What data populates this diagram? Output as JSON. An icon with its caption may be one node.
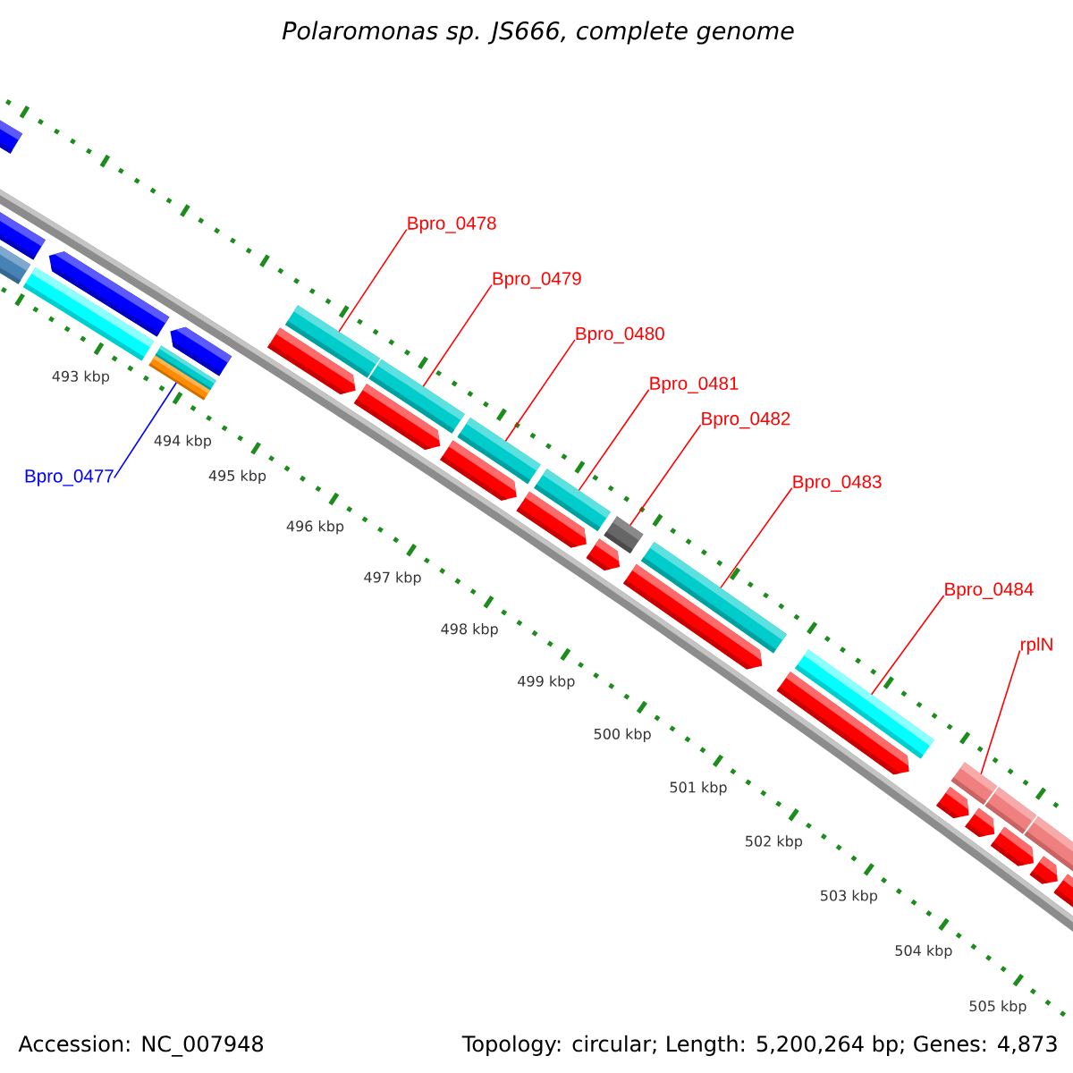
{
  "diagram": {
    "title": "Polaromonas sp. JS666, complete genome",
    "nodes": [
      {
        "text": [
          "Bpro_0477"
        ]
      },
      {
        "text": [
          "Bpro_0478"
        ]
      },
      {
        "text": [
          "Bpro_0479"
        ]
      },
      {
        "text": [
          "Bpro_0480"
        ]
      },
      {
        "text": [
          "Bpro_0481"
        ]
      },
      {
        "text": [
          "Bpro_0482"
        ]
      },
      {
        "text": [
          "Bpro_0483"
        ]
      },
      {
        "text": [
          "Bpro_0484"
        ]
      },
      {
        "text": [
          "rplN"
        ]
      },
      {
        "text": [],
        "shape": "bar"
      },
      {
        "text": [],
        "shape": "bar"
      },
      {
        "text": [],
        "shape": "bar"
      },
      {
        "text": [],
        "shape": "bar"
      },
      {
        "text": [],
        "shape": "bar"
      },
      {
        "text": [],
        "shape": "bar"
      },
      {
        "text": [],
        "shape": "bar"
      },
      {
        "text": [],
        "shape": "bar"
      },
      {
        "text": [],
        "shape": "bar"
      },
      {
        "text": [],
        "shape": "bar"
      },
      {
        "text": [],
        "shape": "bar"
      },
      {
        "text": [],
        "shape": "bar"
      },
      {
        "text": [],
        "shape": "bar"
      },
      {
        "text": [],
        "shape": "bar"
      },
      {
        "text": [],
        "shape": "bar"
      }
    ],
    "edges": [
      {
        "from": 0,
        "to": 13,
        "arrow": "none",
        "color": "#0000ff"
      },
      {
        "from": 1,
        "to": 14,
        "arrow": "none"
      },
      {
        "from": 2,
        "to": 15,
        "arrow": "none"
      },
      {
        "from": 3,
        "to": 16,
        "arrow": "none"
      },
      {
        "from": 4,
        "to": 17,
        "arrow": "none"
      },
      {
        "from": 5,
        "to": 18,
        "arrow": "none"
      },
      {
        "from": 6,
        "to": 19,
        "arrow": "none"
      },
      {
        "from": 7,
        "to": 20,
        "arrow": "none"
      },
      {
        "from": 8,
        "to": 21,
        "arrow": "none"
      }
    ],
    "labels": [
      "493 kbp",
      "494 kbp",
      "495 kbp",
      "496 kbp",
      "497 kbp",
      "498 kbp",
      "499 kbp",
      "500 kbp",
      "501 kbp",
      "502 kbp",
      "503 kbp",
      "504 kbp",
      "505 kbp",
      "Accession: NC_007948",
      "Topology: circular; Length: 5,200,264 bp; Genes: 4,873"
    ]
  }
}
